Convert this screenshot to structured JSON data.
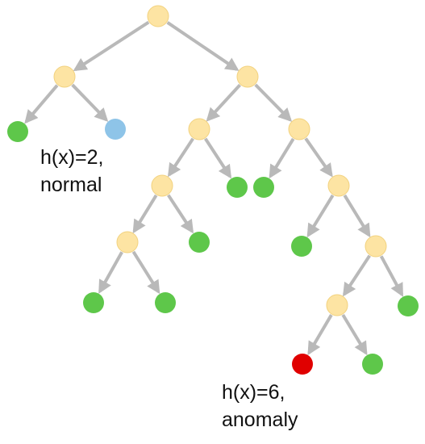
{
  "colors": {
    "internal_node": "#fde4a3",
    "internal_node_stroke": "#f2d27f",
    "leaf_normal_path": "#5ec74a",
    "normal_point": "#8ec4e8",
    "anomaly_point": "#e00000",
    "edge": "#b9b9b9"
  },
  "annotations": {
    "normal": {
      "line1": "h(x)=2,",
      "line2": "normal"
    },
    "anomaly": {
      "line1": "h(x)=6,",
      "line2": "anomaly"
    }
  },
  "tree": {
    "nodes": [
      {
        "id": "root",
        "kind": "internal"
      },
      {
        "id": "n1",
        "kind": "internal"
      },
      {
        "id": "n2",
        "kind": "internal"
      },
      {
        "id": "leaf-a",
        "kind": "leaf"
      },
      {
        "id": "normal-leaf",
        "kind": "normal"
      },
      {
        "id": "n3",
        "kind": "internal"
      },
      {
        "id": "n4",
        "kind": "internal"
      },
      {
        "id": "n5",
        "kind": "internal"
      },
      {
        "id": "leaf-b",
        "kind": "leaf"
      },
      {
        "id": "leaf-c",
        "kind": "leaf"
      },
      {
        "id": "n6",
        "kind": "internal"
      },
      {
        "id": "n7",
        "kind": "internal"
      },
      {
        "id": "leaf-d",
        "kind": "leaf"
      },
      {
        "id": "leaf-e",
        "kind": "leaf"
      },
      {
        "id": "n8",
        "kind": "internal"
      },
      {
        "id": "leaf-f",
        "kind": "leaf"
      },
      {
        "id": "leaf-g",
        "kind": "leaf"
      },
      {
        "id": "n9",
        "kind": "internal"
      },
      {
        "id": "leaf-h",
        "kind": "leaf"
      },
      {
        "id": "anomaly-leaf",
        "kind": "anomaly"
      },
      {
        "id": "leaf-i",
        "kind": "leaf"
      }
    ],
    "edges": [
      [
        "root",
        "n1"
      ],
      [
        "root",
        "n2"
      ],
      [
        "n1",
        "leaf-a"
      ],
      [
        "n1",
        "normal-leaf"
      ],
      [
        "n2",
        "n3"
      ],
      [
        "n2",
        "n4"
      ],
      [
        "n3",
        "n5"
      ],
      [
        "n3",
        "leaf-b"
      ],
      [
        "n4",
        "leaf-c"
      ],
      [
        "n4",
        "n6"
      ],
      [
        "n5",
        "n7"
      ],
      [
        "n5",
        "leaf-d"
      ],
      [
        "n6",
        "leaf-e"
      ],
      [
        "n6",
        "n8"
      ],
      [
        "n7",
        "leaf-f"
      ],
      [
        "n7",
        "leaf-g"
      ],
      [
        "n8",
        "n9"
      ],
      [
        "n8",
        "leaf-h"
      ],
      [
        "n9",
        "anomaly-leaf"
      ],
      [
        "n9",
        "leaf-i"
      ]
    ]
  }
}
